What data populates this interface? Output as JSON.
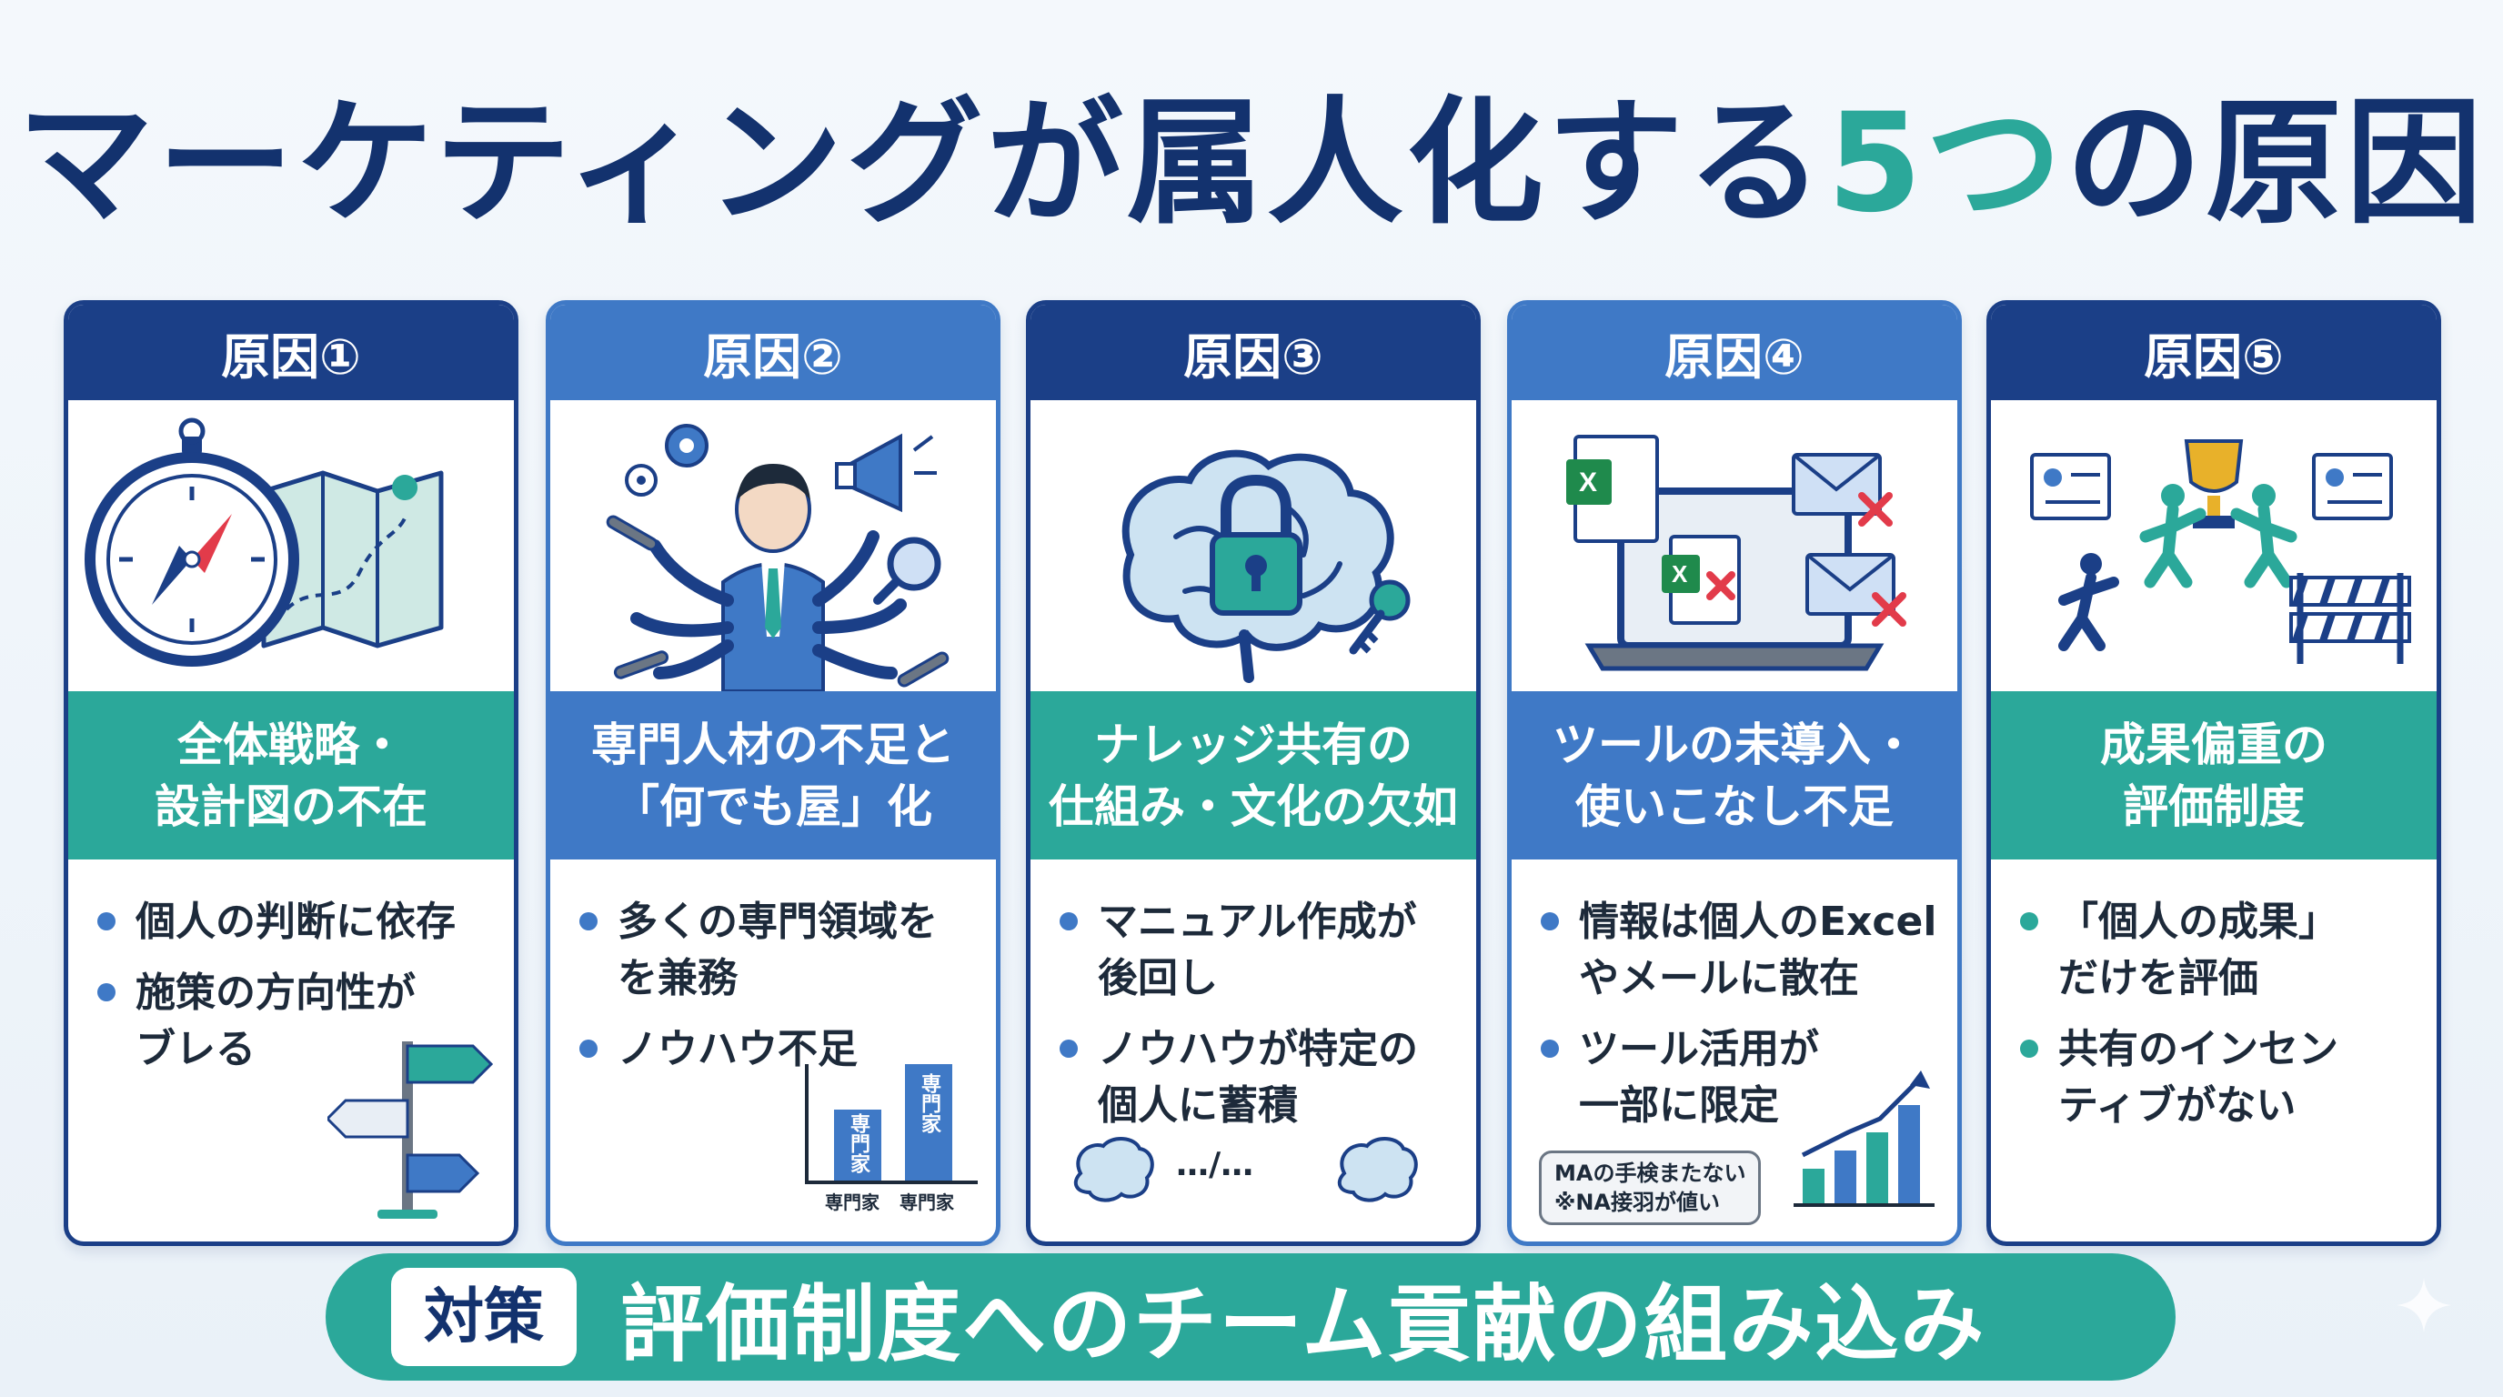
{
  "title": {
    "main": "マーケティングが属人化する",
    "accent": "5つ",
    "end": "の原因"
  },
  "cards": [
    {
      "header": "原因①",
      "band": [
        "全体戦略・",
        "設計図の不在"
      ],
      "bullets": [
        "個人の判断に依存",
        "施策の方向性が",
        "ブレる"
      ]
    },
    {
      "header": "原因②",
      "band": [
        "専門人材の不足と",
        "「何でも屋」化"
      ],
      "bullets": [
        "多くの専門領域を",
        "を兼務",
        "ノウハウ不足"
      ],
      "bars": {
        "bar_text": "専門家",
        "labels": [
          "専門家",
          "専門家"
        ]
      }
    },
    {
      "header": "原因③",
      "band": [
        "ナレッジ共有の",
        "仕組み・文化の欠如"
      ],
      "bullets": [
        "マニュアル作成が",
        "後回し",
        "ノウハウが特定の",
        "個人に蓄積"
      ],
      "separator": "…/…"
    },
    {
      "header": "原因④",
      "band": [
        "ツールの未導入・",
        "使いこなし不足"
      ],
      "bullets": [
        "情報は個人のExcel",
        "やメールに散在",
        "ツール活用が",
        "一部に限定"
      ],
      "tag": [
        "MAの手検またない",
        "※NA接羽が値い"
      ]
    },
    {
      "header": "原因⑤",
      "band": [
        "成果偏重の",
        "評価制度"
      ],
      "bullets": [
        "「個人の成果」",
        "だけを評価",
        "共有のインセン",
        "ティブがない"
      ]
    }
  ],
  "footer": {
    "badge": "対策",
    "text": "評価制度へのチーム貢献の組み込み"
  },
  "colors": {
    "navy": "#1b3f87",
    "blue": "#3f79c6",
    "teal": "#2ba89a",
    "title": "#13326e"
  }
}
